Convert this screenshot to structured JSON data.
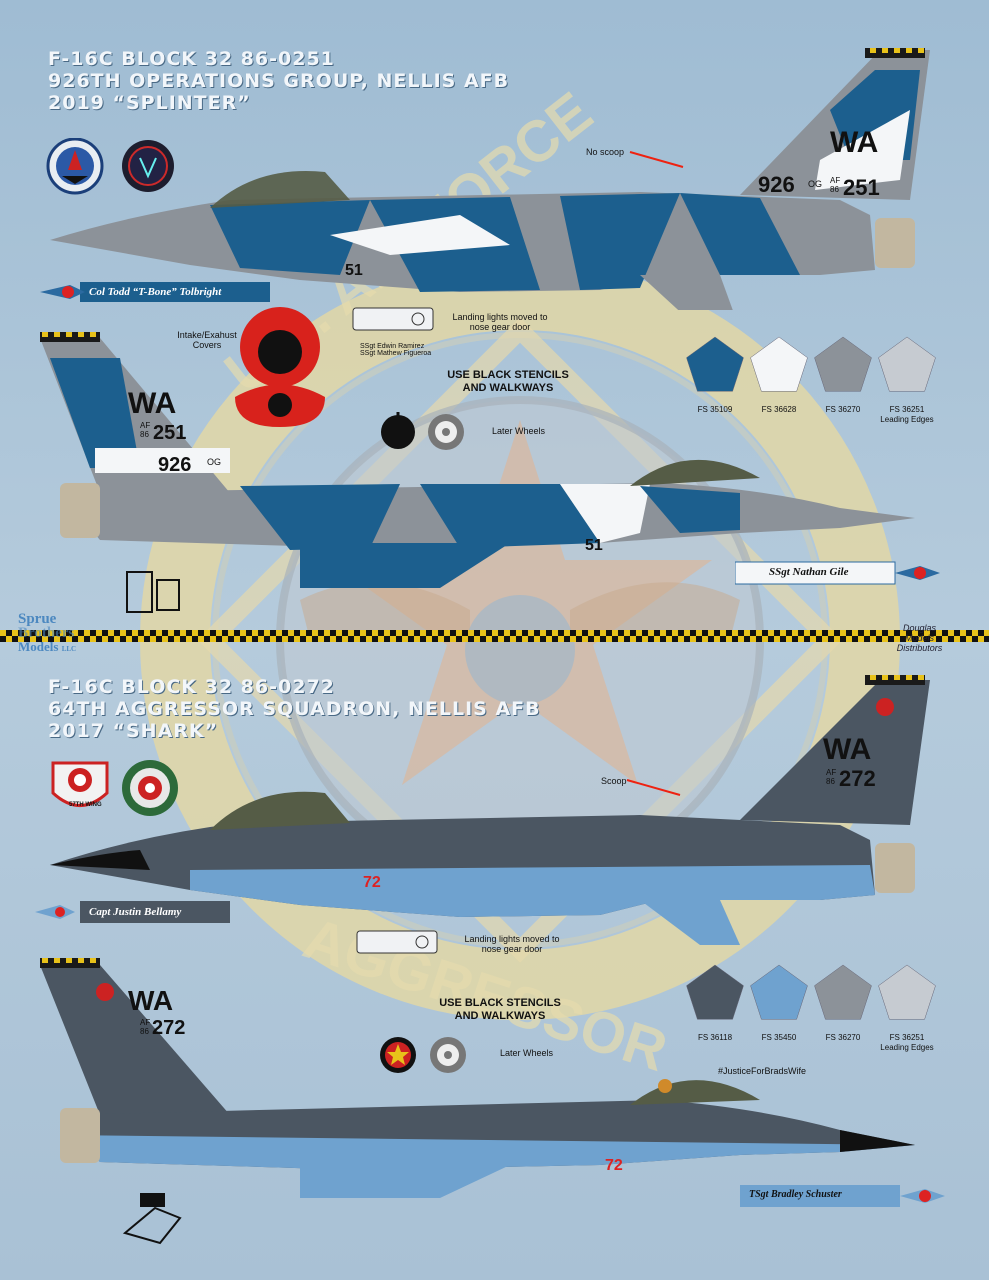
{
  "top": {
    "title_lines": [
      "F-16C BLOCK 32  86-0251",
      "926TH OPERATIONS GROUP, NELLIS AFB",
      "2019 “SPLINTER”"
    ],
    "no_scoop": "No scoop",
    "pilot_name": "Col Todd “T-Bone” Tolbright",
    "intake_covers": [
      "Intake/Exahust",
      "Covers"
    ],
    "landing_lights": [
      "Landing lights moved to",
      "nose gear door"
    ],
    "crew_names": [
      "SSgt Edwin Ramirez",
      "SSgt Mathew Figueroa"
    ],
    "stencil_note": [
      "USE BLACK STENCILS",
      "AND WALKWAYS"
    ],
    "later_wheels": "Later Wheels",
    "crew_chief": "SSgt Nathan Gile",
    "tail_code": "WA",
    "tail_af": "AF",
    "tail_year": "86",
    "tail_serial": "251",
    "tail_number": "926",
    "tail_og": "OG",
    "nose_number": "51",
    "colors": [
      {
        "hex": "#1c5f8e",
        "label": "FS 35109",
        "sub": ""
      },
      {
        "hex": "#f4f6f8",
        "label": "FS 36628",
        "sub": ""
      },
      {
        "hex": "#8c9299",
        "label": "FS 36270",
        "sub": ""
      },
      {
        "hex": "#c6cbd1",
        "label": "FS 36251",
        "sub": "Leading Edges"
      }
    ]
  },
  "bottom": {
    "title_lines": [
      "F-16C BLOCK 32  86-0272",
      "64TH AGGRESSOR SQUADRON, NELLIS AFB",
      "2017 “SHARK”"
    ],
    "scoop": "Scoop",
    "pilot_name": "Capt Justin Bellamy",
    "landing_lights": [
      "Landing lights moved to",
      "nose gear door"
    ],
    "stencil_note": [
      "USE BLACK STENCILS",
      "AND WALKWAYS"
    ],
    "later_wheels": "Later Wheels",
    "hashtag": "#JusticeForBradsWife",
    "crew_chief": "TSgt Bradley Schuster",
    "wing_badge": "57TH WING",
    "tail_code": "WA",
    "tail_af": "AF",
    "tail_year": "86",
    "tail_serial": "272",
    "nose_number": "72",
    "colors": [
      {
        "hex": "#4b5662",
        "label": "FS 36118",
        "sub": ""
      },
      {
        "hex": "#6fa2cf",
        "label": "FS 35450",
        "sub": ""
      },
      {
        "hex": "#8c9299",
        "label": "FS 36270",
        "sub": ""
      },
      {
        "hex": "#c6cbd1",
        "label": "FS 36251",
        "sub": "Leading Edges"
      }
    ]
  },
  "background_logo": {
    "top_text": "U.S. AIR FORCE",
    "bottom_text": "AGGRESSOR"
  },
  "watermark_left": [
    "Sprue",
    "Brothers",
    "Models",
    "LLC"
  ],
  "watermark_right": [
    "Douglas",
    "Models",
    "Distributors"
  ]
}
